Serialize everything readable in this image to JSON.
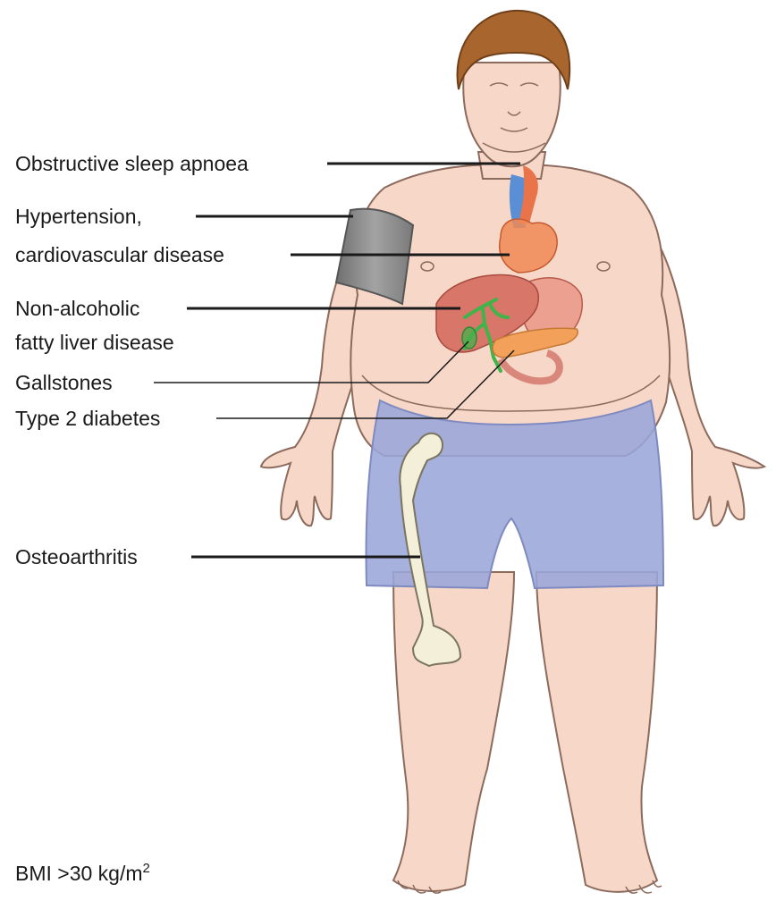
{
  "labels": {
    "sleep_apnoea": "Obstructive sleep apnoea",
    "hypertension_1": "Hypertension,",
    "hypertension_2": "cardiovascular disease",
    "liver_1": "Non-alcoholic",
    "liver_2": "fatty liver disease",
    "gallstones": "Gallstones",
    "diabetes": "Type 2 diabetes",
    "osteoarthritis": "Osteoarthritis",
    "bmi_text": "BMI >30 kg/m",
    "bmi_superscript": "2"
  },
  "colors": {
    "skin": "#f6d7c8",
    "skin_outline": "#8c6a5c",
    "hair": "#a8652e",
    "shorts": "#9aa6d8",
    "cuff": "#8c8c8c",
    "liver": "#d9766a",
    "bile": "#3fb449",
    "pancreas": "#f2a05a",
    "heart": "#f08a55",
    "bone": "#f4efd8",
    "leader": "#1a1a1a"
  }
}
